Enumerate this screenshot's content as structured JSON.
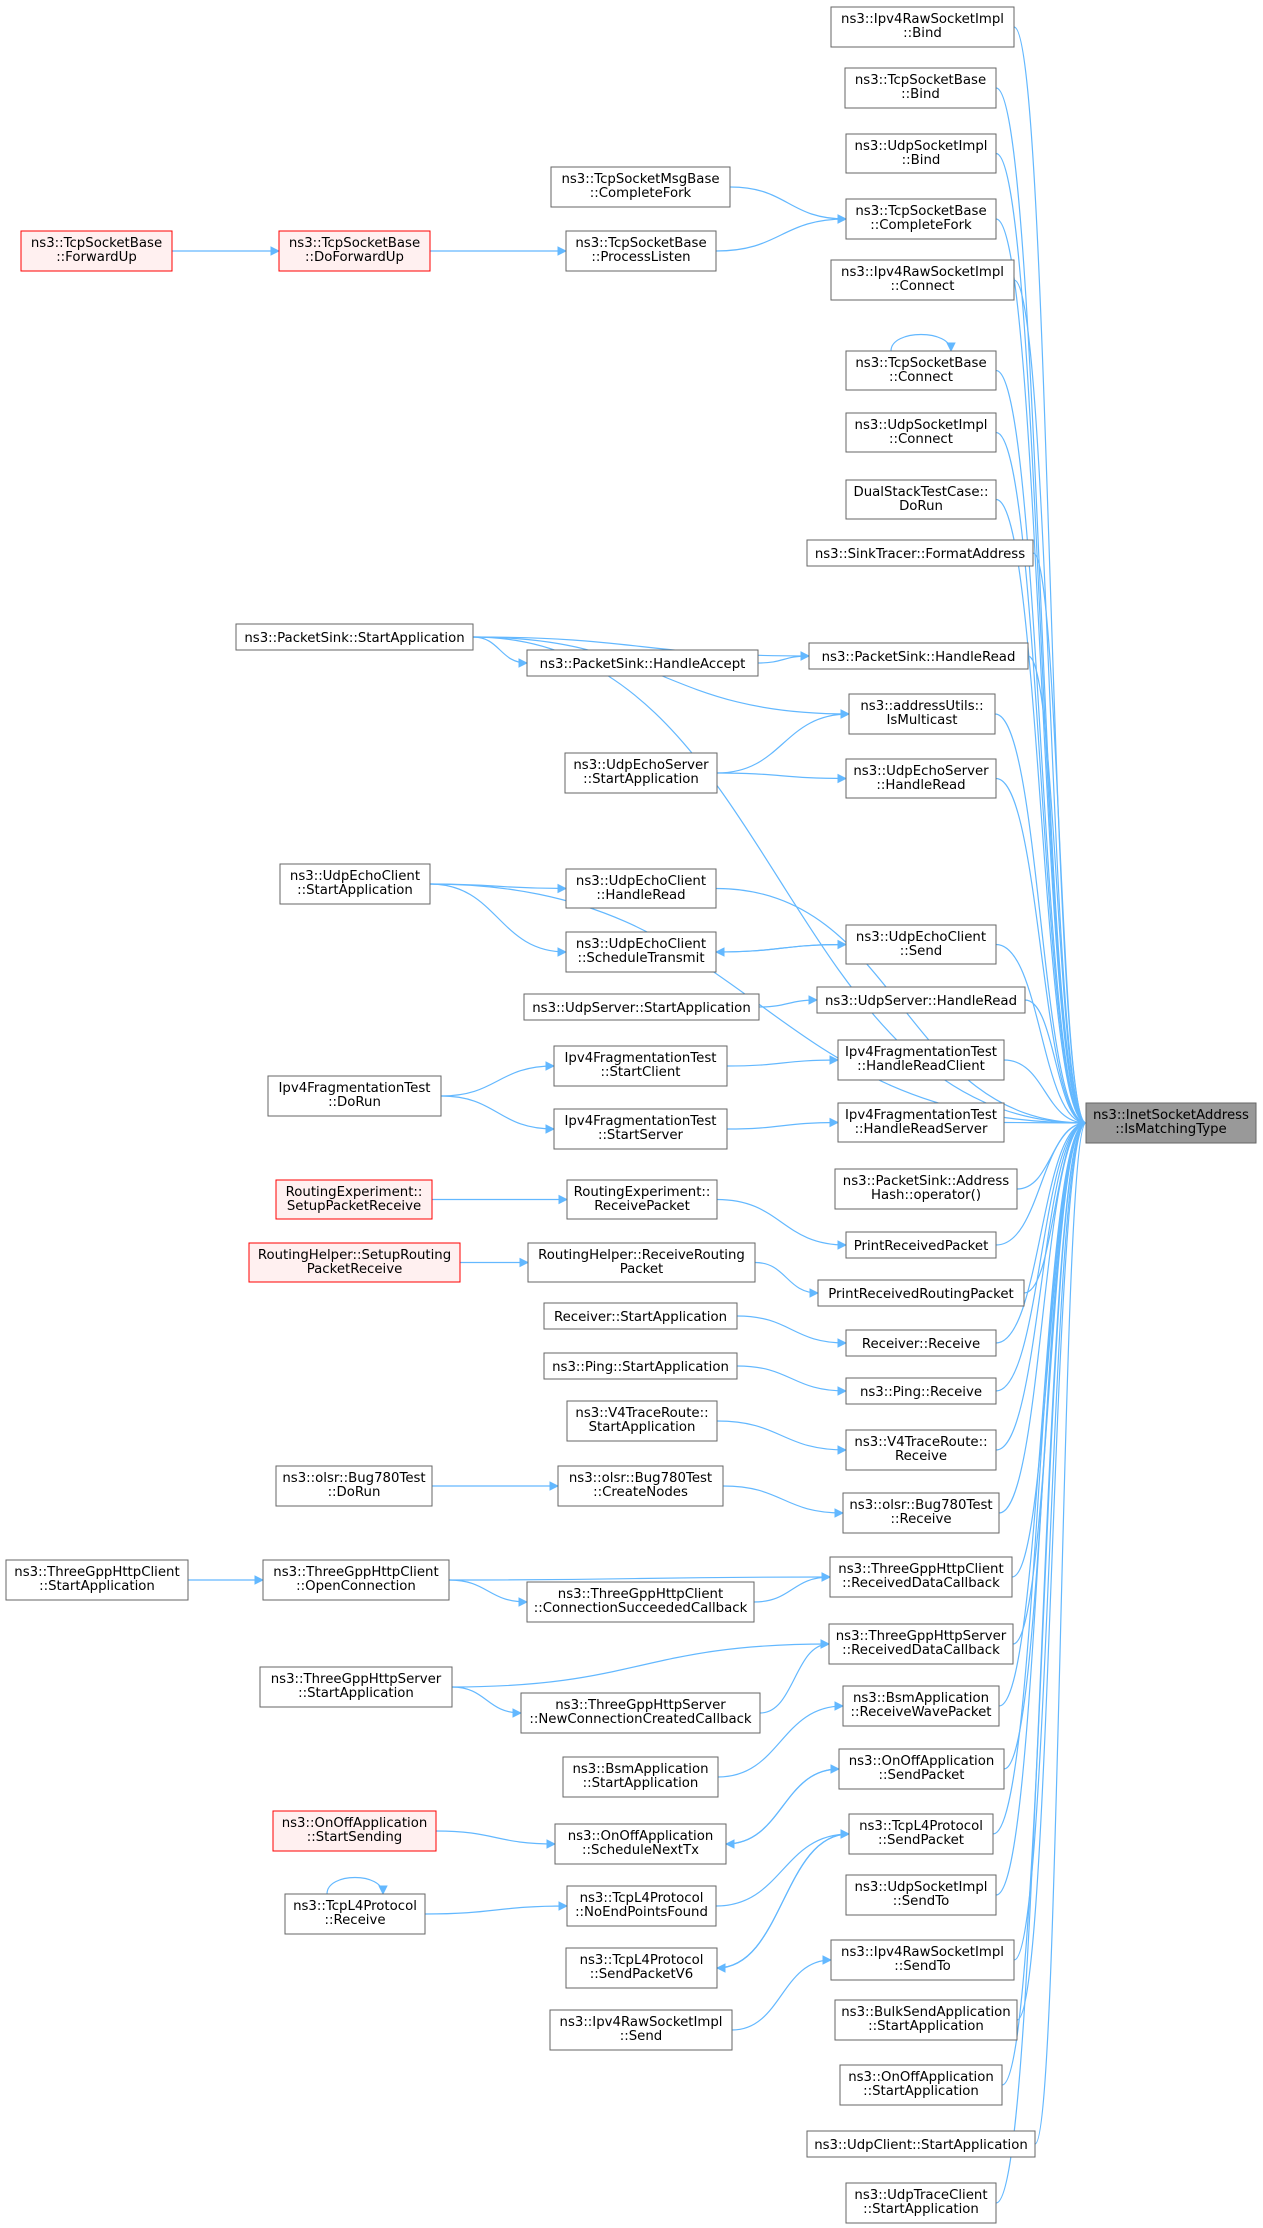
{
  "colors": {
    "edge": "#63b8ff",
    "node_border": "#666666",
    "node_fill": "#ffffff",
    "highlight_fill": "#999999",
    "highlight_border": "#666666",
    "missing_border": "#ff0000",
    "missing_fill": "#fff0f0"
  },
  "nodes": [
    {
      "id": "n1",
      "lines": [
        "ns3::Ipv4RawSocketImpl",
        "::Bind"
      ],
      "style": "normal"
    },
    {
      "id": "n2",
      "lines": [
        "ns3::TcpSocketBase",
        "::Bind"
      ],
      "style": "normal"
    },
    {
      "id": "n3",
      "lines": [
        "ns3::UdpSocketImpl",
        "::Bind"
      ],
      "style": "normal"
    },
    {
      "id": "n4",
      "lines": [
        "ns3::TcpSocketMsgBase",
        "::CompleteFork"
      ],
      "style": "normal"
    },
    {
      "id": "n5",
      "lines": [
        "ns3::TcpSocketBase",
        "::CompleteFork"
      ],
      "style": "normal"
    },
    {
      "id": "n6",
      "lines": [
        "ns3::TcpSocketBase",
        "::ForwardUp"
      ],
      "style": "missing"
    },
    {
      "id": "n7",
      "lines": [
        "ns3::TcpSocketBase",
        "::DoForwardUp"
      ],
      "style": "missing"
    },
    {
      "id": "n8",
      "lines": [
        "ns3::TcpSocketBase",
        "::ProcessListen"
      ],
      "style": "normal"
    },
    {
      "id": "n9",
      "lines": [
        "ns3::Ipv4RawSocketImpl",
        "::Connect"
      ],
      "style": "normal"
    },
    {
      "id": "n10",
      "lines": [
        "ns3::TcpSocketBase",
        "::Connect"
      ],
      "style": "normal"
    },
    {
      "id": "n11",
      "lines": [
        "ns3::UdpSocketImpl",
        "::Connect"
      ],
      "style": "normal"
    },
    {
      "id": "n12",
      "lines": [
        "DualStackTestCase::",
        "DoRun"
      ],
      "style": "normal"
    },
    {
      "id": "n13",
      "lines": [
        "ns3::SinkTracer::FormatAddress"
      ],
      "style": "normal"
    },
    {
      "id": "n14",
      "lines": [
        "ns3::PacketSink::StartApplication"
      ],
      "style": "normal"
    },
    {
      "id": "n15",
      "lines": [
        "ns3::PacketSink::HandleRead"
      ],
      "style": "normal"
    },
    {
      "id": "n16",
      "lines": [
        "ns3::PacketSink::HandleAccept"
      ],
      "style": "normal"
    },
    {
      "id": "n17",
      "lines": [
        "ns3::addressUtils::",
        "IsMulticast"
      ],
      "style": "normal"
    },
    {
      "id": "n18",
      "lines": [
        "ns3::UdpEchoServer",
        "::StartApplication"
      ],
      "style": "normal"
    },
    {
      "id": "n19",
      "lines": [
        "ns3::UdpEchoServer",
        "::HandleRead"
      ],
      "style": "normal"
    },
    {
      "id": "n20",
      "lines": [
        "ns3::UdpEchoClient",
        "::StartApplication"
      ],
      "style": "normal"
    },
    {
      "id": "n21",
      "lines": [
        "ns3::UdpEchoClient",
        "::HandleRead"
      ],
      "style": "normal"
    },
    {
      "id": "n22",
      "lines": [
        "ns3::UdpEchoClient",
        "::ScheduleTransmit"
      ],
      "style": "normal"
    },
    {
      "id": "n23",
      "lines": [
        "ns3::UdpEchoClient",
        "::Send"
      ],
      "style": "normal"
    },
    {
      "id": "n24",
      "lines": [
        "ns3::UdpServer::StartApplication"
      ],
      "style": "normal"
    },
    {
      "id": "n25",
      "lines": [
        "ns3::UdpServer::HandleRead"
      ],
      "style": "normal"
    },
    {
      "id": "n26",
      "lines": [
        "Ipv4FragmentationTest",
        "::StartClient"
      ],
      "style": "normal"
    },
    {
      "id": "n27",
      "lines": [
        "Ipv4FragmentationTest",
        "::HandleReadClient"
      ],
      "style": "normal"
    },
    {
      "id": "n28",
      "lines": [
        "Ipv4FragmentationTest",
        "::DoRun"
      ],
      "style": "normal"
    },
    {
      "id": "n29",
      "lines": [
        "Ipv4FragmentationTest",
        "::StartServer"
      ],
      "style": "normal"
    },
    {
      "id": "n30",
      "lines": [
        "Ipv4FragmentationTest",
        "::HandleReadServer"
      ],
      "style": "normal"
    },
    {
      "id": "target",
      "lines": [
        "ns3::InetSocketAddress",
        "::IsMatchingType"
      ],
      "style": "target"
    },
    {
      "id": "n31",
      "lines": [
        "ns3::PacketSink::Address",
        "Hash::operator()"
      ],
      "style": "normal"
    },
    {
      "id": "n32",
      "lines": [
        "RoutingExperiment::",
        "SetupPacketReceive"
      ],
      "style": "missing"
    },
    {
      "id": "n33",
      "lines": [
        "RoutingExperiment::",
        "ReceivePacket"
      ],
      "style": "normal"
    },
    {
      "id": "n34",
      "lines": [
        "PrintReceivedPacket"
      ],
      "style": "normal"
    },
    {
      "id": "n35",
      "lines": [
        "RoutingHelper::SetupRouting",
        "PacketReceive"
      ],
      "style": "missing"
    },
    {
      "id": "n36",
      "lines": [
        "RoutingHelper::ReceiveRouting",
        "Packet"
      ],
      "style": "normal"
    },
    {
      "id": "n37",
      "lines": [
        "PrintReceivedRoutingPacket"
      ],
      "style": "normal"
    },
    {
      "id": "n38",
      "lines": [
        "Receiver::StartApplication"
      ],
      "style": "normal"
    },
    {
      "id": "n39",
      "lines": [
        "Receiver::Receive"
      ],
      "style": "normal"
    },
    {
      "id": "n40",
      "lines": [
        "ns3::Ping::StartApplication"
      ],
      "style": "normal"
    },
    {
      "id": "n41",
      "lines": [
        "ns3::Ping::Receive"
      ],
      "style": "normal"
    },
    {
      "id": "n42",
      "lines": [
        "ns3::V4TraceRoute::",
        "StartApplication"
      ],
      "style": "normal"
    },
    {
      "id": "n43",
      "lines": [
        "ns3::V4TraceRoute::",
        "Receive"
      ],
      "style": "normal"
    },
    {
      "id": "n44",
      "lines": [
        "ns3::olsr::Bug780Test",
        "::DoRun"
      ],
      "style": "normal"
    },
    {
      "id": "n45",
      "lines": [
        "ns3::olsr::Bug780Test",
        "::CreateNodes"
      ],
      "style": "normal"
    },
    {
      "id": "n46",
      "lines": [
        "ns3::olsr::Bug780Test",
        "::Receive"
      ],
      "style": "normal"
    },
    {
      "id": "n47",
      "lines": [
        "ns3::ThreeGppHttpClient",
        "::StartApplication"
      ],
      "style": "normal"
    },
    {
      "id": "n48",
      "lines": [
        "ns3::ThreeGppHttpClient",
        "::OpenConnection"
      ],
      "style": "normal"
    },
    {
      "id": "n49",
      "lines": [
        "ns3::ThreeGppHttpClient",
        "::ConnectionSucceededCallback"
      ],
      "style": "normal"
    },
    {
      "id": "n50",
      "lines": [
        "ns3::ThreeGppHttpClient",
        "::ReceivedDataCallback"
      ],
      "style": "normal"
    },
    {
      "id": "n51",
      "lines": [
        "ns3::ThreeGppHttpServer",
        "::ReceivedDataCallback"
      ],
      "style": "normal"
    },
    {
      "id": "n52",
      "lines": [
        "ns3::ThreeGppHttpServer",
        "::StartApplication"
      ],
      "style": "normal"
    },
    {
      "id": "n53",
      "lines": [
        "ns3::ThreeGppHttpServer",
        "::NewConnectionCreatedCallback"
      ],
      "style": "normal"
    },
    {
      "id": "n54",
      "lines": [
        "ns3::BsmApplication",
        "::ReceiveWavePacket"
      ],
      "style": "normal"
    },
    {
      "id": "n55",
      "lines": [
        "ns3::BsmApplication",
        "::StartApplication"
      ],
      "style": "normal"
    },
    {
      "id": "n56",
      "lines": [
        "ns3::OnOffApplication",
        "::SendPacket"
      ],
      "style": "normal"
    },
    {
      "id": "n57",
      "lines": [
        "ns3::OnOffApplication",
        "::StartSending"
      ],
      "style": "missing"
    },
    {
      "id": "n58",
      "lines": [
        "ns3::OnOffApplication",
        "::ScheduleNextTx"
      ],
      "style": "normal"
    },
    {
      "id": "n59",
      "lines": [
        "ns3::TcpL4Protocol",
        "::SendPacket"
      ],
      "style": "normal"
    },
    {
      "id": "n60",
      "lines": [
        "ns3::TcpL4Protocol",
        "::Receive"
      ],
      "style": "normal"
    },
    {
      "id": "n61",
      "lines": [
        "ns3::TcpL4Protocol",
        "::NoEndPointsFound"
      ],
      "style": "normal"
    },
    {
      "id": "n62",
      "lines": [
        "ns3::UdpSocketImpl",
        "::SendTo"
      ],
      "style": "normal"
    },
    {
      "id": "n63",
      "lines": [
        "ns3::TcpL4Protocol",
        "::SendPacketV6"
      ],
      "style": "normal"
    },
    {
      "id": "n64",
      "lines": [
        "ns3::Ipv4RawSocketImpl",
        "::SendTo"
      ],
      "style": "normal"
    },
    {
      "id": "n65",
      "lines": [
        "ns3::Ipv4RawSocketImpl",
        "::Send"
      ],
      "style": "normal"
    },
    {
      "id": "n66",
      "lines": [
        "ns3::BulkSendApplication",
        "::StartApplication"
      ],
      "style": "normal"
    },
    {
      "id": "n67",
      "lines": [
        "ns3::OnOffApplication",
        "::StartApplication"
      ],
      "style": "normal"
    },
    {
      "id": "n68",
      "lines": [
        "ns3::UdpClient::StartApplication"
      ],
      "style": "normal"
    },
    {
      "id": "n69",
      "lines": [
        "ns3::UdpTraceClient",
        "::StartApplication"
      ],
      "style": "normal"
    }
  ],
  "edges": [
    [
      "n1",
      "target"
    ],
    [
      "n2",
      "target"
    ],
    [
      "n3",
      "target"
    ],
    [
      "n5",
      "target"
    ],
    [
      "n9",
      "target"
    ],
    [
      "n10",
      "target"
    ],
    [
      "n11",
      "target"
    ],
    [
      "n12",
      "target"
    ],
    [
      "n13",
      "target"
    ],
    [
      "n14",
      "target"
    ],
    [
      "n15",
      "target"
    ],
    [
      "n17",
      "target"
    ],
    [
      "n19",
      "target"
    ],
    [
      "n20",
      "target"
    ],
    [
      "n21",
      "target"
    ],
    [
      "n23",
      "target"
    ],
    [
      "n25",
      "target"
    ],
    [
      "n27",
      "target"
    ],
    [
      "n30",
      "target"
    ],
    [
      "n31",
      "target"
    ],
    [
      "n34",
      "target"
    ],
    [
      "n37",
      "target"
    ],
    [
      "n39",
      "target"
    ],
    [
      "n41",
      "target"
    ],
    [
      "n43",
      "target"
    ],
    [
      "n46",
      "target"
    ],
    [
      "n50",
      "target"
    ],
    [
      "n51",
      "target"
    ],
    [
      "n54",
      "target"
    ],
    [
      "n56",
      "target"
    ],
    [
      "n59",
      "target"
    ],
    [
      "n62",
      "target"
    ],
    [
      "n64",
      "target"
    ],
    [
      "n66",
      "target"
    ],
    [
      "n67",
      "target"
    ],
    [
      "n68",
      "target"
    ],
    [
      "n69",
      "target"
    ],
    [
      "n4",
      "n5"
    ],
    [
      "n8",
      "n5"
    ],
    [
      "n6",
      "n7"
    ],
    [
      "n7",
      "n8"
    ],
    [
      "n10",
      "n10"
    ],
    [
      "n14",
      "n15"
    ],
    [
      "n14",
      "n16"
    ],
    [
      "n16",
      "n15"
    ],
    [
      "n14",
      "n17"
    ],
    [
      "n18",
      "n17"
    ],
    [
      "n18",
      "n19"
    ],
    [
      "n20",
      "n21"
    ],
    [
      "n20",
      "n22"
    ],
    [
      "n22",
      "n23"
    ],
    [
      "n23",
      "n22"
    ],
    [
      "n24",
      "n25"
    ],
    [
      "n28",
      "n26"
    ],
    [
      "n28",
      "n29"
    ],
    [
      "n26",
      "n27"
    ],
    [
      "n29",
      "n30"
    ],
    [
      "n32",
      "n33"
    ],
    [
      "n33",
      "n34"
    ],
    [
      "n35",
      "n36"
    ],
    [
      "n36",
      "n37"
    ],
    [
      "n38",
      "n39"
    ],
    [
      "n40",
      "n41"
    ],
    [
      "n42",
      "n43"
    ],
    [
      "n44",
      "n45"
    ],
    [
      "n45",
      "n46"
    ],
    [
      "n47",
      "n48"
    ],
    [
      "n48",
      "n49"
    ],
    [
      "n48",
      "n50"
    ],
    [
      "n49",
      "n50"
    ],
    [
      "n52",
      "n51"
    ],
    [
      "n52",
      "n53"
    ],
    [
      "n53",
      "n51"
    ],
    [
      "n55",
      "n54"
    ],
    [
      "n57",
      "n58"
    ],
    [
      "n58",
      "n56"
    ],
    [
      "n56",
      "n58"
    ],
    [
      "n60",
      "n60"
    ],
    [
      "n60",
      "n61"
    ],
    [
      "n61",
      "n59"
    ],
    [
      "n59",
      "n63"
    ],
    [
      "n63",
      "n59"
    ],
    [
      "n65",
      "n64"
    ]
  ]
}
